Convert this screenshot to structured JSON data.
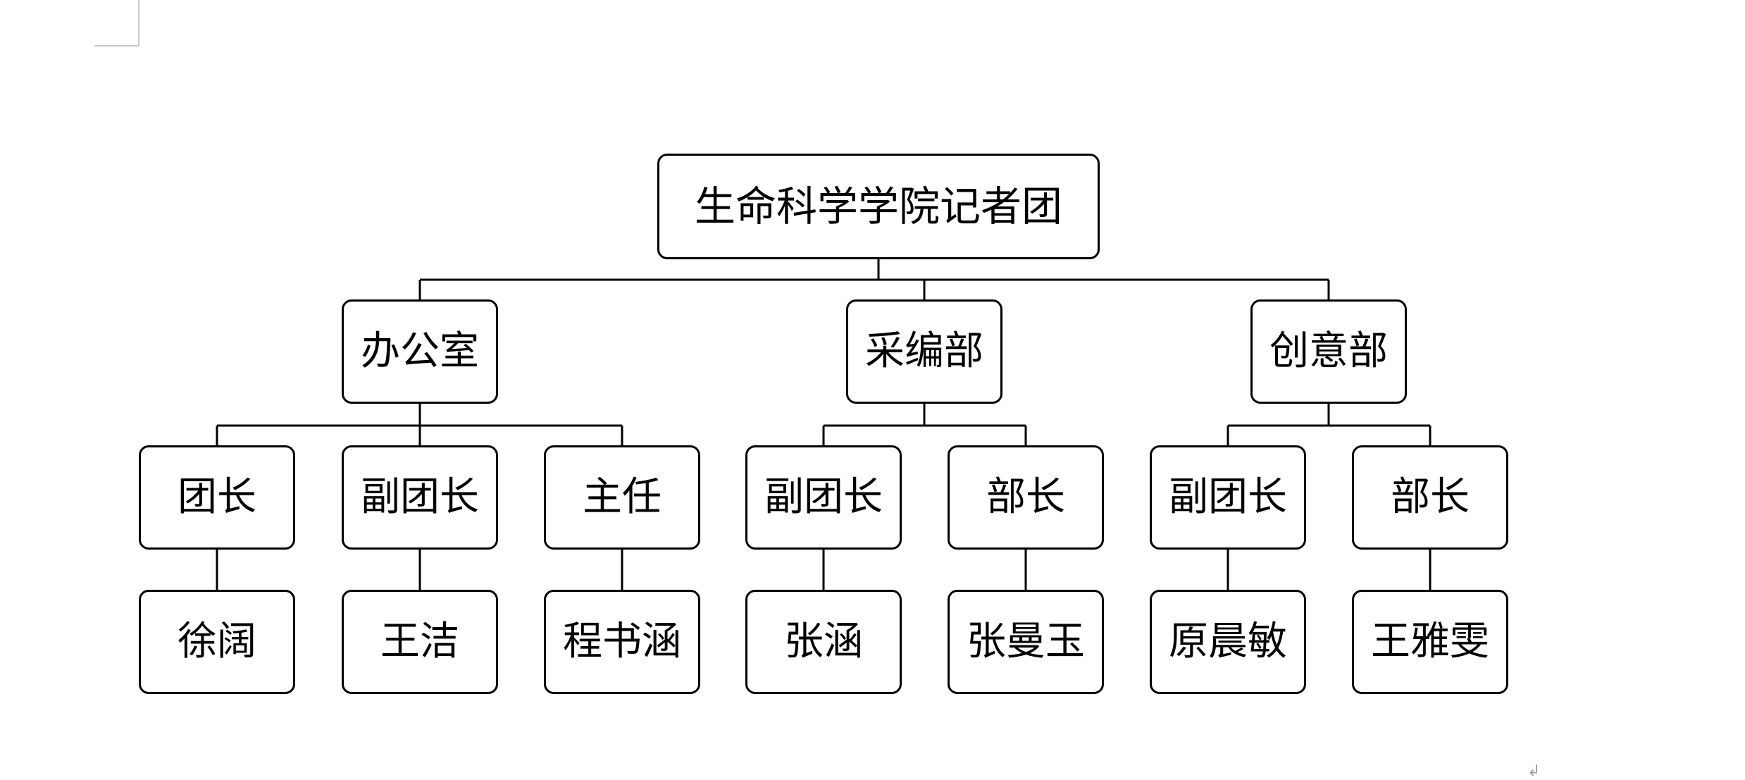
{
  "org_chart": {
    "root": {
      "label": "生命科学学院记者团"
    },
    "departments": [
      {
        "label": "办公室",
        "roles": [
          {
            "label": "团长",
            "person": "徐阔"
          },
          {
            "label": "副团长",
            "person": "王洁"
          },
          {
            "label": "主任",
            "person": "程书涵"
          }
        ]
      },
      {
        "label": "采编部",
        "roles": [
          {
            "label": "副团长",
            "person": "张涵"
          },
          {
            "label": "部长",
            "person": "张曼玉"
          }
        ]
      },
      {
        "label": "创意部",
        "roles": [
          {
            "label": "副团长",
            "person": "原晨敏"
          },
          {
            "label": "部长",
            "person": "王雅雯"
          }
        ]
      }
    ]
  },
  "colors": {
    "line": "#000000",
    "box_fill": "#ffffff",
    "page_background": "#ffffff"
  }
}
